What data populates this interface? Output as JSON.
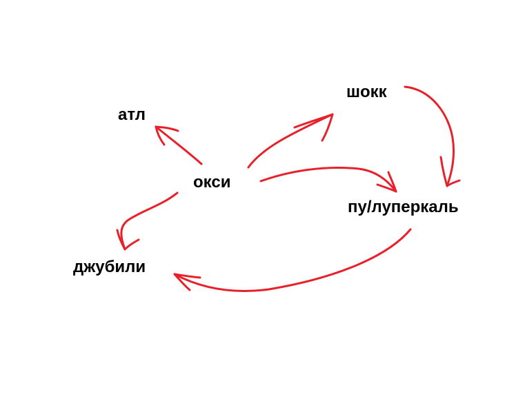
{
  "diagram": {
    "nodes": {
      "oksi": "окси",
      "atl": "атл",
      "shokk": "шокк",
      "pu_luperkal": "пу/луперкаль",
      "dzhubili": "джубили"
    },
    "edges": [
      {
        "from": "окси",
        "to": "атл"
      },
      {
        "from": "окси",
        "to": "шокк"
      },
      {
        "from": "окси",
        "to": "пу/луперкаль"
      },
      {
        "from": "окси",
        "to": "джубили"
      },
      {
        "from": "шокк",
        "to": "пу/луперкаль"
      },
      {
        "from": "пу/луперкаль",
        "to": "джубили"
      }
    ],
    "colors": {
      "arrow": "#e8202a",
      "text": "#000000",
      "background": "#ffffff"
    }
  }
}
